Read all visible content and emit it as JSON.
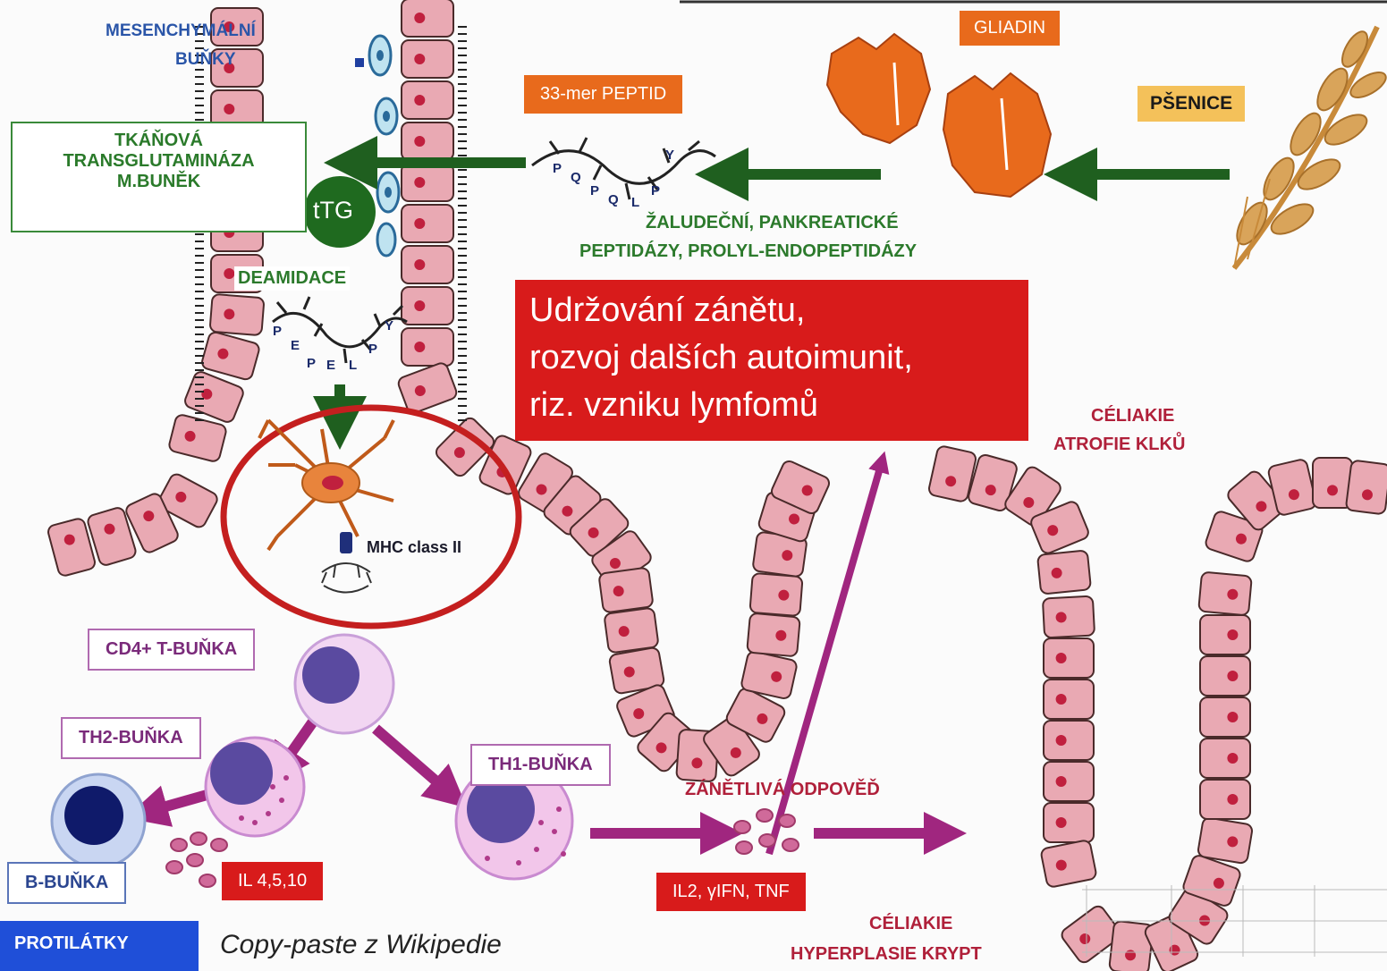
{
  "labels": {
    "mesenchymal": [
      "MESENCHYMÁLNÍ",
      "BUŇKY"
    ],
    "gliadin": "GLIADIN",
    "peptide33": "33-mer PEPTID",
    "psenice": "PŠENICE",
    "transglutaminase": [
      "TKÁŇOVÁ",
      "TRANSGLUTAMINÁZA",
      "M.BUNĚK"
    ],
    "ttg": "tTG",
    "peptidases": [
      "ŽALUDEČNÍ, PANKREATICKÉ",
      "PEPTIDÁZY, PROLYL-ENDOPEPTIDÁZY"
    ],
    "deamidation": "DEAMIDACE",
    "peptide_top_letters": [
      "P",
      "Q",
      "P",
      "Q",
      "L",
      "P",
      "Y"
    ],
    "peptide_deam_letters": [
      "P",
      "E",
      "P",
      "E",
      "L",
      "P",
      "Y"
    ],
    "mhc": "MHC class II",
    "red_box": [
      "Udržování zánětu,",
      "rozvoj dalších autoimunit,",
      "riz. vzniku lymfomů"
    ],
    "celiac_atrophy": [
      "CÉLIAKIE",
      "ATROFIE KLKŮ"
    ],
    "cd4": "CD4+ T-BUŇKA",
    "th2": "TH2-BUŇKA",
    "th1": "TH1-BUŇKA",
    "b_cell": "B-BUŇKA",
    "il_4510": "IL 4,5,10",
    "inflammatory": "ZÁNĚTLIVÁ ODPOVĚĎ",
    "il2": "IL2, γIFN, TNF",
    "celiac_hyperplasia": [
      "CÉLIAKIE",
      "HYPERPLASIE KRYPT"
    ],
    "antibodies": "PROTILÁTKY",
    "caption": "Copy-paste z Wikipedie"
  },
  "colors": {
    "cell_fill": "#e9a9b3",
    "cell_stroke": "#4a2a2a",
    "nucleus": "#c0203e",
    "arrow_green": "#1f5f1f",
    "arrow_purple": "#a0267f",
    "orange": "#e86a1c",
    "red_box": "#d81b1b",
    "ttg_circle": "#1f6a1f",
    "ring": "#c41f1f"
  }
}
